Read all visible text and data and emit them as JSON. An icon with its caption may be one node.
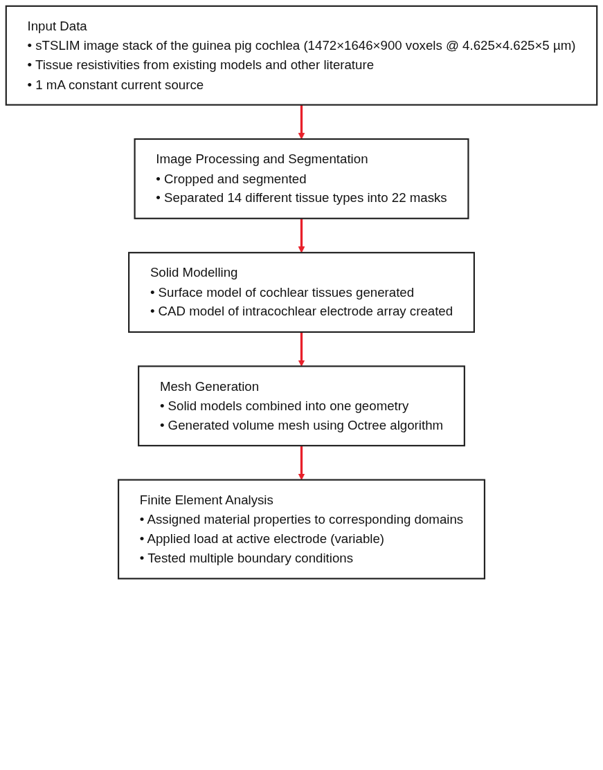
{
  "diagram": {
    "nodes": [
      {
        "text": [
          "Input Data",
          "• sTSLIM image stack of the guinea pig cochlea (1472×1646×900 voxels @ 4.625×4.625×5 µm)",
          "• Tissue resistivities from existing models and other literature",
          "• 1 mA constant current source"
        ]
      },
      {
        "text": [
          "Image Processing and Segmentation",
          "• Cropped and segmented",
          "• Separated 14 different tissue types into 22 masks"
        ]
      },
      {
        "text": [
          "Solid Modelling",
          "• Surface model of cochlear tissues generated",
          "• CAD model of intracochlear electrode array created"
        ]
      },
      {
        "text": [
          "Mesh Generation",
          "• Solid models combined into one geometry",
          "• Generated volume mesh using Octree algorithm"
        ]
      },
      {
        "text": [
          "Finite Element Analysis",
          "• Assigned material properties to corresponding domains",
          "• Applied load at active electrode (variable)",
          "• Tested multiple boundary conditions"
        ]
      }
    ],
    "edges": [
      {
        "from": 0,
        "to": 1,
        "arrow": "to"
      },
      {
        "from": 1,
        "to": 2,
        "arrow": "to"
      },
      {
        "from": 2,
        "to": 3,
        "arrow": "to"
      },
      {
        "from": 3,
        "to": 4,
        "arrow": "to"
      }
    ]
  }
}
